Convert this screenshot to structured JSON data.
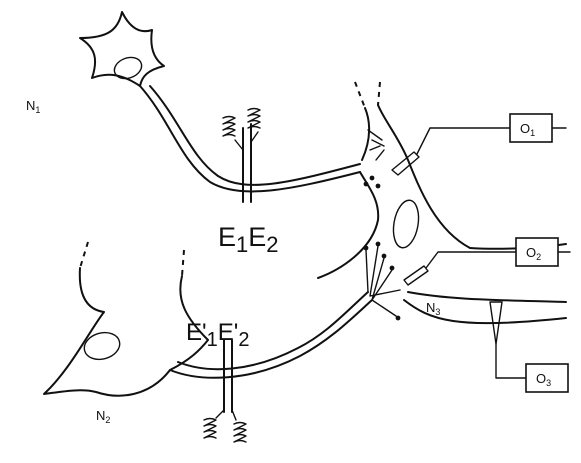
{
  "neurons": {
    "n1": {
      "base": "N",
      "sub": "1"
    },
    "n2": {
      "base": "N",
      "sub": "2"
    },
    "n3": {
      "base": "N",
      "sub": "3"
    }
  },
  "electrodes": {
    "e1": {
      "base": "E",
      "sub": "1"
    },
    "e2": {
      "base": "E",
      "sub": "2"
    },
    "e1p": {
      "base": "E'",
      "sub": "1"
    },
    "e2p": {
      "base": "E'",
      "sub": "2"
    }
  },
  "recorders": {
    "o1": {
      "base": "O",
      "sub": "1"
    },
    "o2": {
      "base": "O",
      "sub": "2"
    },
    "o3": {
      "base": "O",
      "sub": "3"
    }
  }
}
